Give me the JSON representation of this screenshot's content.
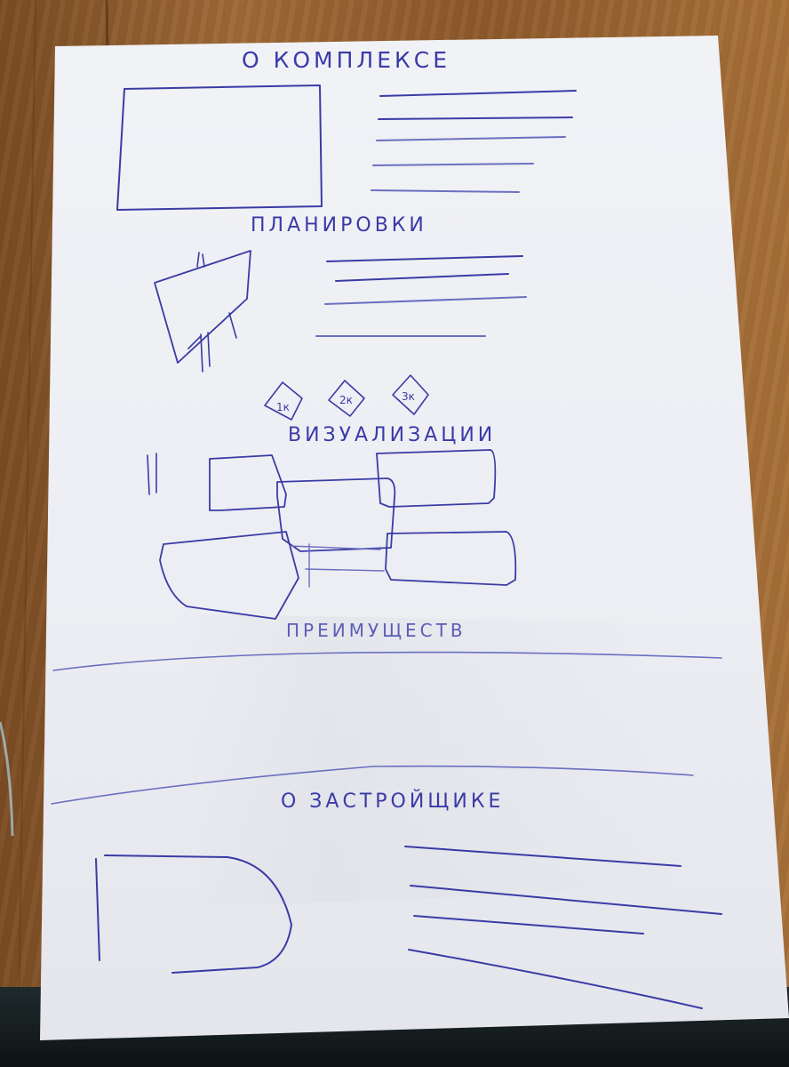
{
  "sections": [
    {
      "id": "about-complex",
      "title": "О КОМПЛЕКСЕ"
    },
    {
      "id": "layouts",
      "title": "ПЛАНИРОВКИ"
    },
    {
      "id": "visualizations",
      "title": "ВИЗУАЛИЗАЦИИ"
    },
    {
      "id": "advantages",
      "title": "ПРЕИМУЩЕСТВ"
    },
    {
      "id": "about-developer",
      "title": "О ЗАСТРОЙЩИКЕ"
    }
  ],
  "layout_tags": [
    "1к",
    "2к",
    "3к"
  ],
  "colors": {
    "ink": "#3b3ba6",
    "paper": "#eef0f4",
    "wood": "#9a6434"
  }
}
